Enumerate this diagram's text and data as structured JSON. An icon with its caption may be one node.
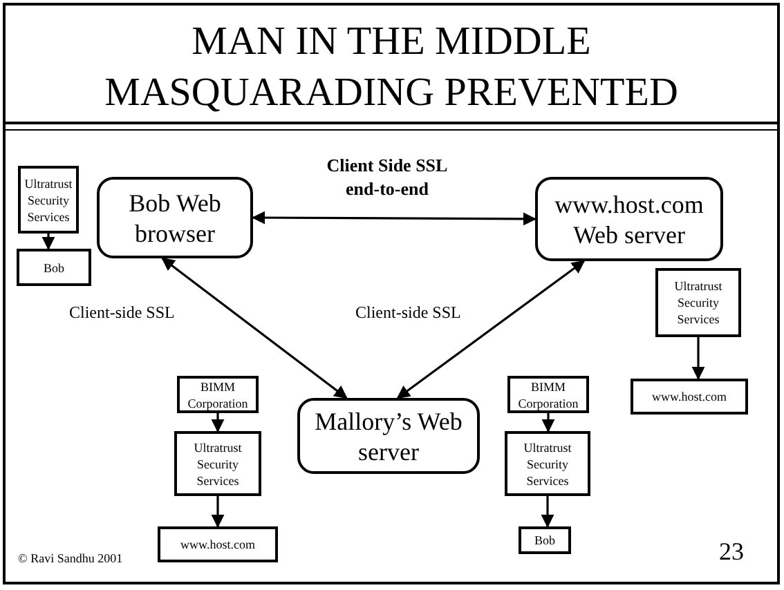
{
  "diagram": {
    "title": "MAN IN THE MIDDLE MASQUARADING PREVENTED",
    "nodes": [
      {
        "text": [
          "Bob Web browser"
        ]
      },
      {
        "text": [
          "www.host.com Web server"
        ]
      },
      {
        "text": [
          "Mallory’s Web server"
        ]
      },
      {
        "text": [
          "Ultratrust Security Services"
        ]
      },
      {
        "text": [
          "Bob"
        ]
      },
      {
        "text": [
          "BIMM Corporation"
        ]
      },
      {
        "text": [
          "Ultratrust Security Services"
        ]
      },
      {
        "text": [
          "www.host.com"
        ]
      },
      {
        "text": [
          "BIMM Corporation"
        ]
      },
      {
        "text": [
          "Ultratrust Security Services"
        ]
      },
      {
        "text": [
          "Bob"
        ]
      },
      {
        "text": [
          "Ultratrust Security Services"
        ]
      },
      {
        "text": [
          "www.host.com"
        ]
      }
    ],
    "edges": [
      {
        "from": 0,
        "to": 1,
        "arrow": "both",
        "label": "Client Side SSL end-to-end"
      },
      {
        "from": 0,
        "to": 2,
        "arrow": "both",
        "label": "Client-side SSL"
      },
      {
        "from": 1,
        "to": 2,
        "arrow": "both",
        "label": "Client-side SSL"
      },
      {
        "from": 3,
        "to": 4,
        "arrow": "to"
      },
      {
        "from": 5,
        "to": 6,
        "arrow": "to"
      },
      {
        "from": 6,
        "to": 7,
        "arrow": "to"
      },
      {
        "from": 8,
        "to": 9,
        "arrow": "to"
      },
      {
        "from": 9,
        "to": 10,
        "arrow": "to"
      },
      {
        "from": 11,
        "to": 12,
        "arrow": "to"
      }
    ],
    "labels": [
      "© Ravi Sandhu 2001",
      "23"
    ]
  }
}
